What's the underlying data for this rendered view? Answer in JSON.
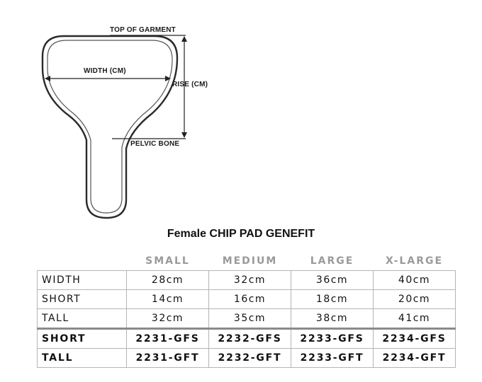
{
  "diagram": {
    "labels": {
      "top": "TOP OF GARMENT",
      "width": "WIDTH (CM)",
      "rise": "RISE (CM)",
      "pelvic": "PELVIC BONE"
    }
  },
  "table": {
    "title": "Female CHIP PAD GENEFIT",
    "headers": [
      "SMALL",
      "MEDIUM",
      "LARGE",
      "X-LARGE"
    ],
    "rows": [
      {
        "label": "WIDTH",
        "cells": [
          "28cm",
          "32cm",
          "36cm",
          "40cm"
        ]
      },
      {
        "label": "SHORT",
        "cells": [
          "14cm",
          "16cm",
          "18cm",
          "20cm"
        ]
      },
      {
        "label": "TALL",
        "cells": [
          "32cm",
          "35cm",
          "38cm",
          "41cm"
        ]
      },
      {
        "label": "SHORT",
        "cells": [
          "2231-GFS",
          "2232-GFS",
          "2233-GFS",
          "2234-GFS"
        ]
      },
      {
        "label": "TALL",
        "cells": [
          "2231-GFT",
          "2232-GFT",
          "2233-GFT",
          "2234-GFT"
        ]
      }
    ]
  }
}
